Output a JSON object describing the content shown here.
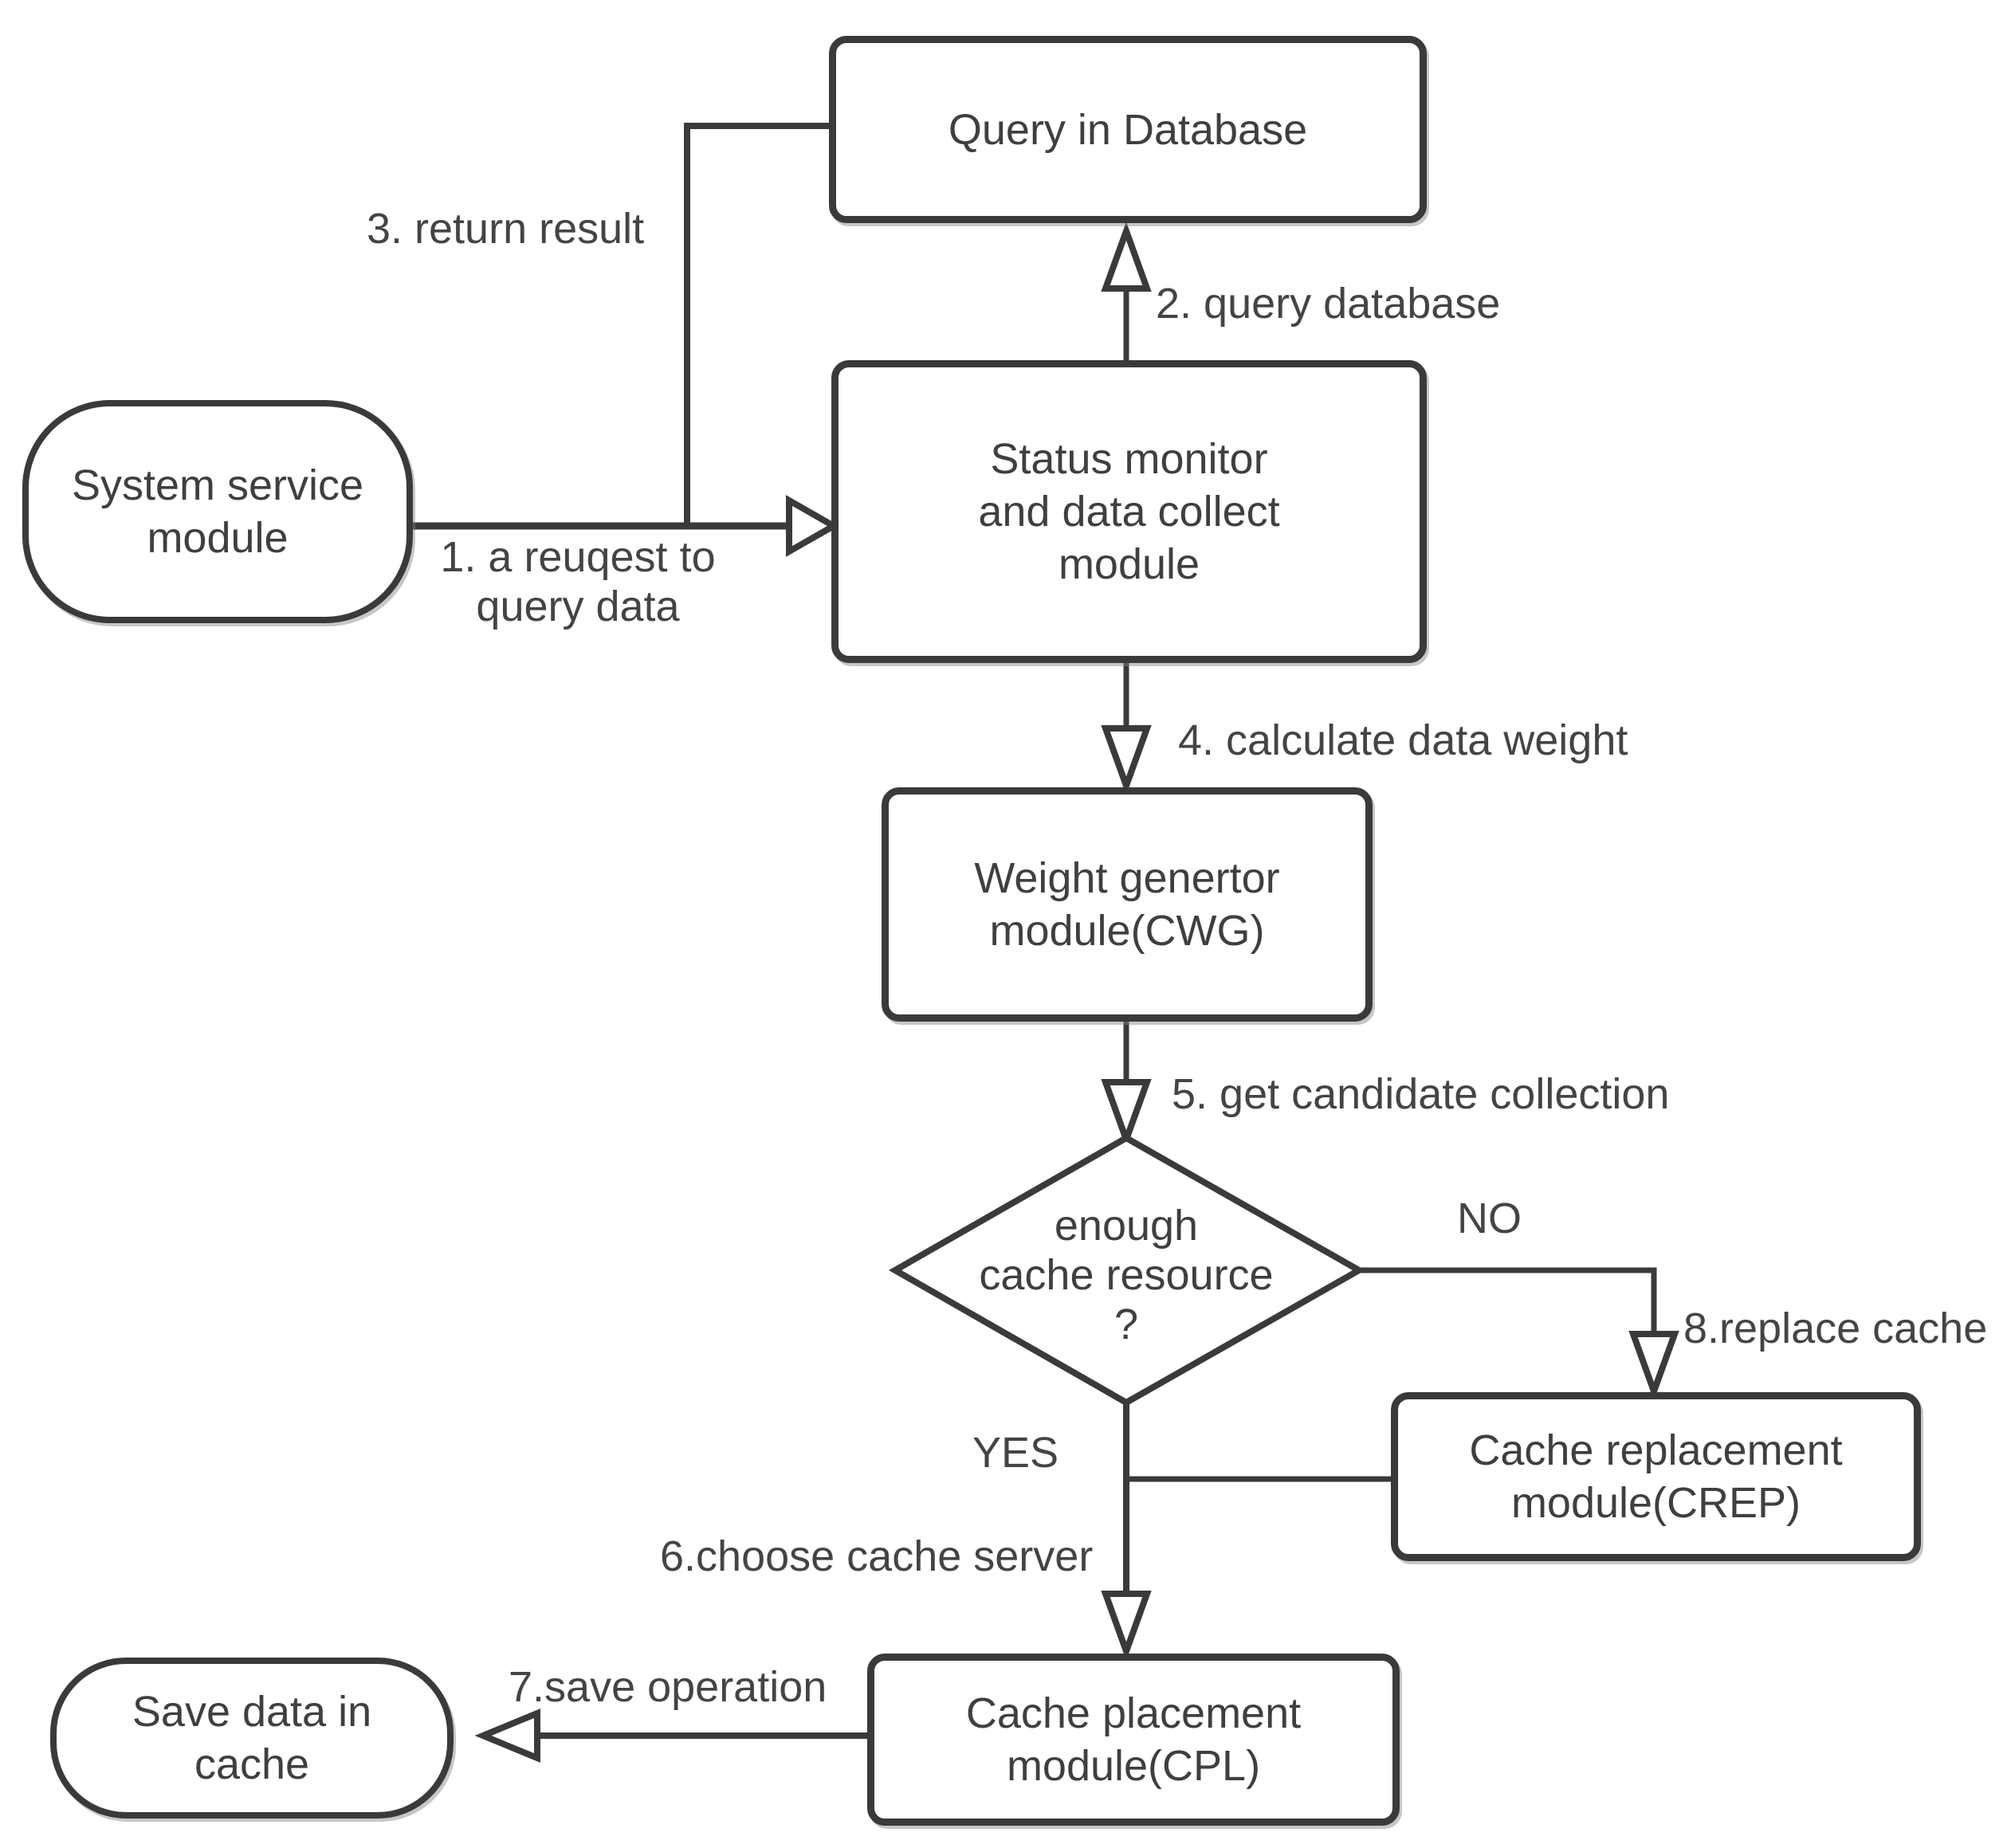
{
  "colors": {
    "stroke": "#3a3a3a",
    "text": "#3f3f3f",
    "background": "#ffffff"
  },
  "nodes": {
    "system_service": {
      "label": "System service\nmodule"
    },
    "query_db": {
      "label": "Query in Database"
    },
    "status_monitor": {
      "label": "Status monitor\nand data collect\nmodule"
    },
    "weight_generator": {
      "label": "Weight genertor\nmodule(CWG)"
    },
    "decision": {
      "label": "enough\ncache resource\n?"
    },
    "cache_replacement": {
      "label": "Cache replacement\nmodule(CREP)"
    },
    "cache_placement": {
      "label": "Cache placement\nmodule(CPL)"
    },
    "save_cache": {
      "label": "Save data in\ncache"
    }
  },
  "edges": {
    "e1": {
      "label": "1. a reuqest to\nquery data"
    },
    "e2": {
      "label": "2. query database"
    },
    "e3": {
      "label": "3. return result"
    },
    "e4": {
      "label": "4. calculate data weight"
    },
    "e5": {
      "label": "5. get candidate collection"
    },
    "e6": {
      "label": "6.choose cache server"
    },
    "e7": {
      "label": "7.save operation"
    },
    "e8": {
      "label": "8.replace cache"
    },
    "yes": {
      "label": "YES"
    },
    "no": {
      "label": "NO"
    }
  }
}
